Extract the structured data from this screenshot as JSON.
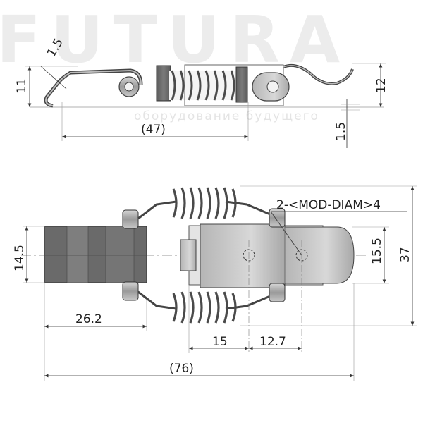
{
  "watermark": {
    "brand": "FUTURA",
    "tagline": "оборудование будущего"
  },
  "dimensions": {
    "side": {
      "thickness": "1.5",
      "left_height": "11",
      "right_height": "12",
      "length": "(47)",
      "bottom_offset": "1.5"
    },
    "top": {
      "holes": "2-<MOD-DIAM>4",
      "body_width": "14.5",
      "body_length": "26.2",
      "plate_width": "15.5",
      "overall_width": "37",
      "hole_offset": "15",
      "hole_pitch": "12.7",
      "overall_length": "(76)"
    }
  },
  "colors": {
    "metal_dark": "#5a5a5a",
    "metal_mid": "#8c8c8c",
    "metal_light": "#c4c4c4",
    "line": "#333333",
    "centerline": "#777777",
    "watermark": "#ececec"
  }
}
